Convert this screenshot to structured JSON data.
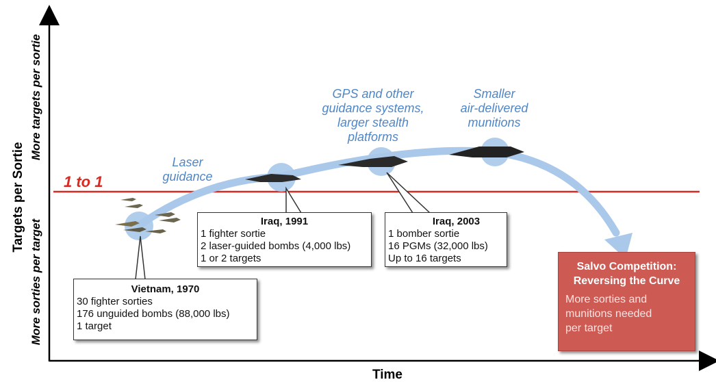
{
  "axes": {
    "y_title": "Targets per Sortie",
    "x_title": "Time",
    "y_upper_label": "More targets per sortie",
    "y_lower_label": "More sorties per target"
  },
  "threshold_label": "1 to 1",
  "eras": {
    "laser": [
      "Laser",
      "guidance"
    ],
    "gps": [
      "GPS and other",
      "guidance systems,",
      "larger stealth",
      "platforms"
    ],
    "smaller": [
      "Smaller",
      "air-delivered",
      "munitions"
    ]
  },
  "callouts": {
    "vietnam": {
      "title": "Vietnam, 1970",
      "lines": [
        "30 fighter sorties",
        "176 unguided bombs (88,000 lbs)",
        "1 target"
      ]
    },
    "iraq1991": {
      "title": "Iraq, 1991",
      "lines": [
        "1 fighter sortie",
        "2 laser-guided bombs (4,000 lbs)",
        "1 or 2 targets"
      ]
    },
    "iraq2003": {
      "title": "Iraq, 2003",
      "lines": [
        "1 bomber sortie",
        "16 PGMs (32,000 lbs)",
        "Up to 16 targets"
      ]
    }
  },
  "salvo": {
    "title_lines": [
      "Salvo Competition:",
      "Reversing the Curve"
    ],
    "body_lines": [
      "More sorties and",
      "munitions needed",
      "per target"
    ]
  },
  "colors": {
    "curve": "#a9c8ea",
    "era_text": "#4f86c6",
    "threshold": "#d62a22",
    "salvo_fill": "#cd5a53"
  }
}
